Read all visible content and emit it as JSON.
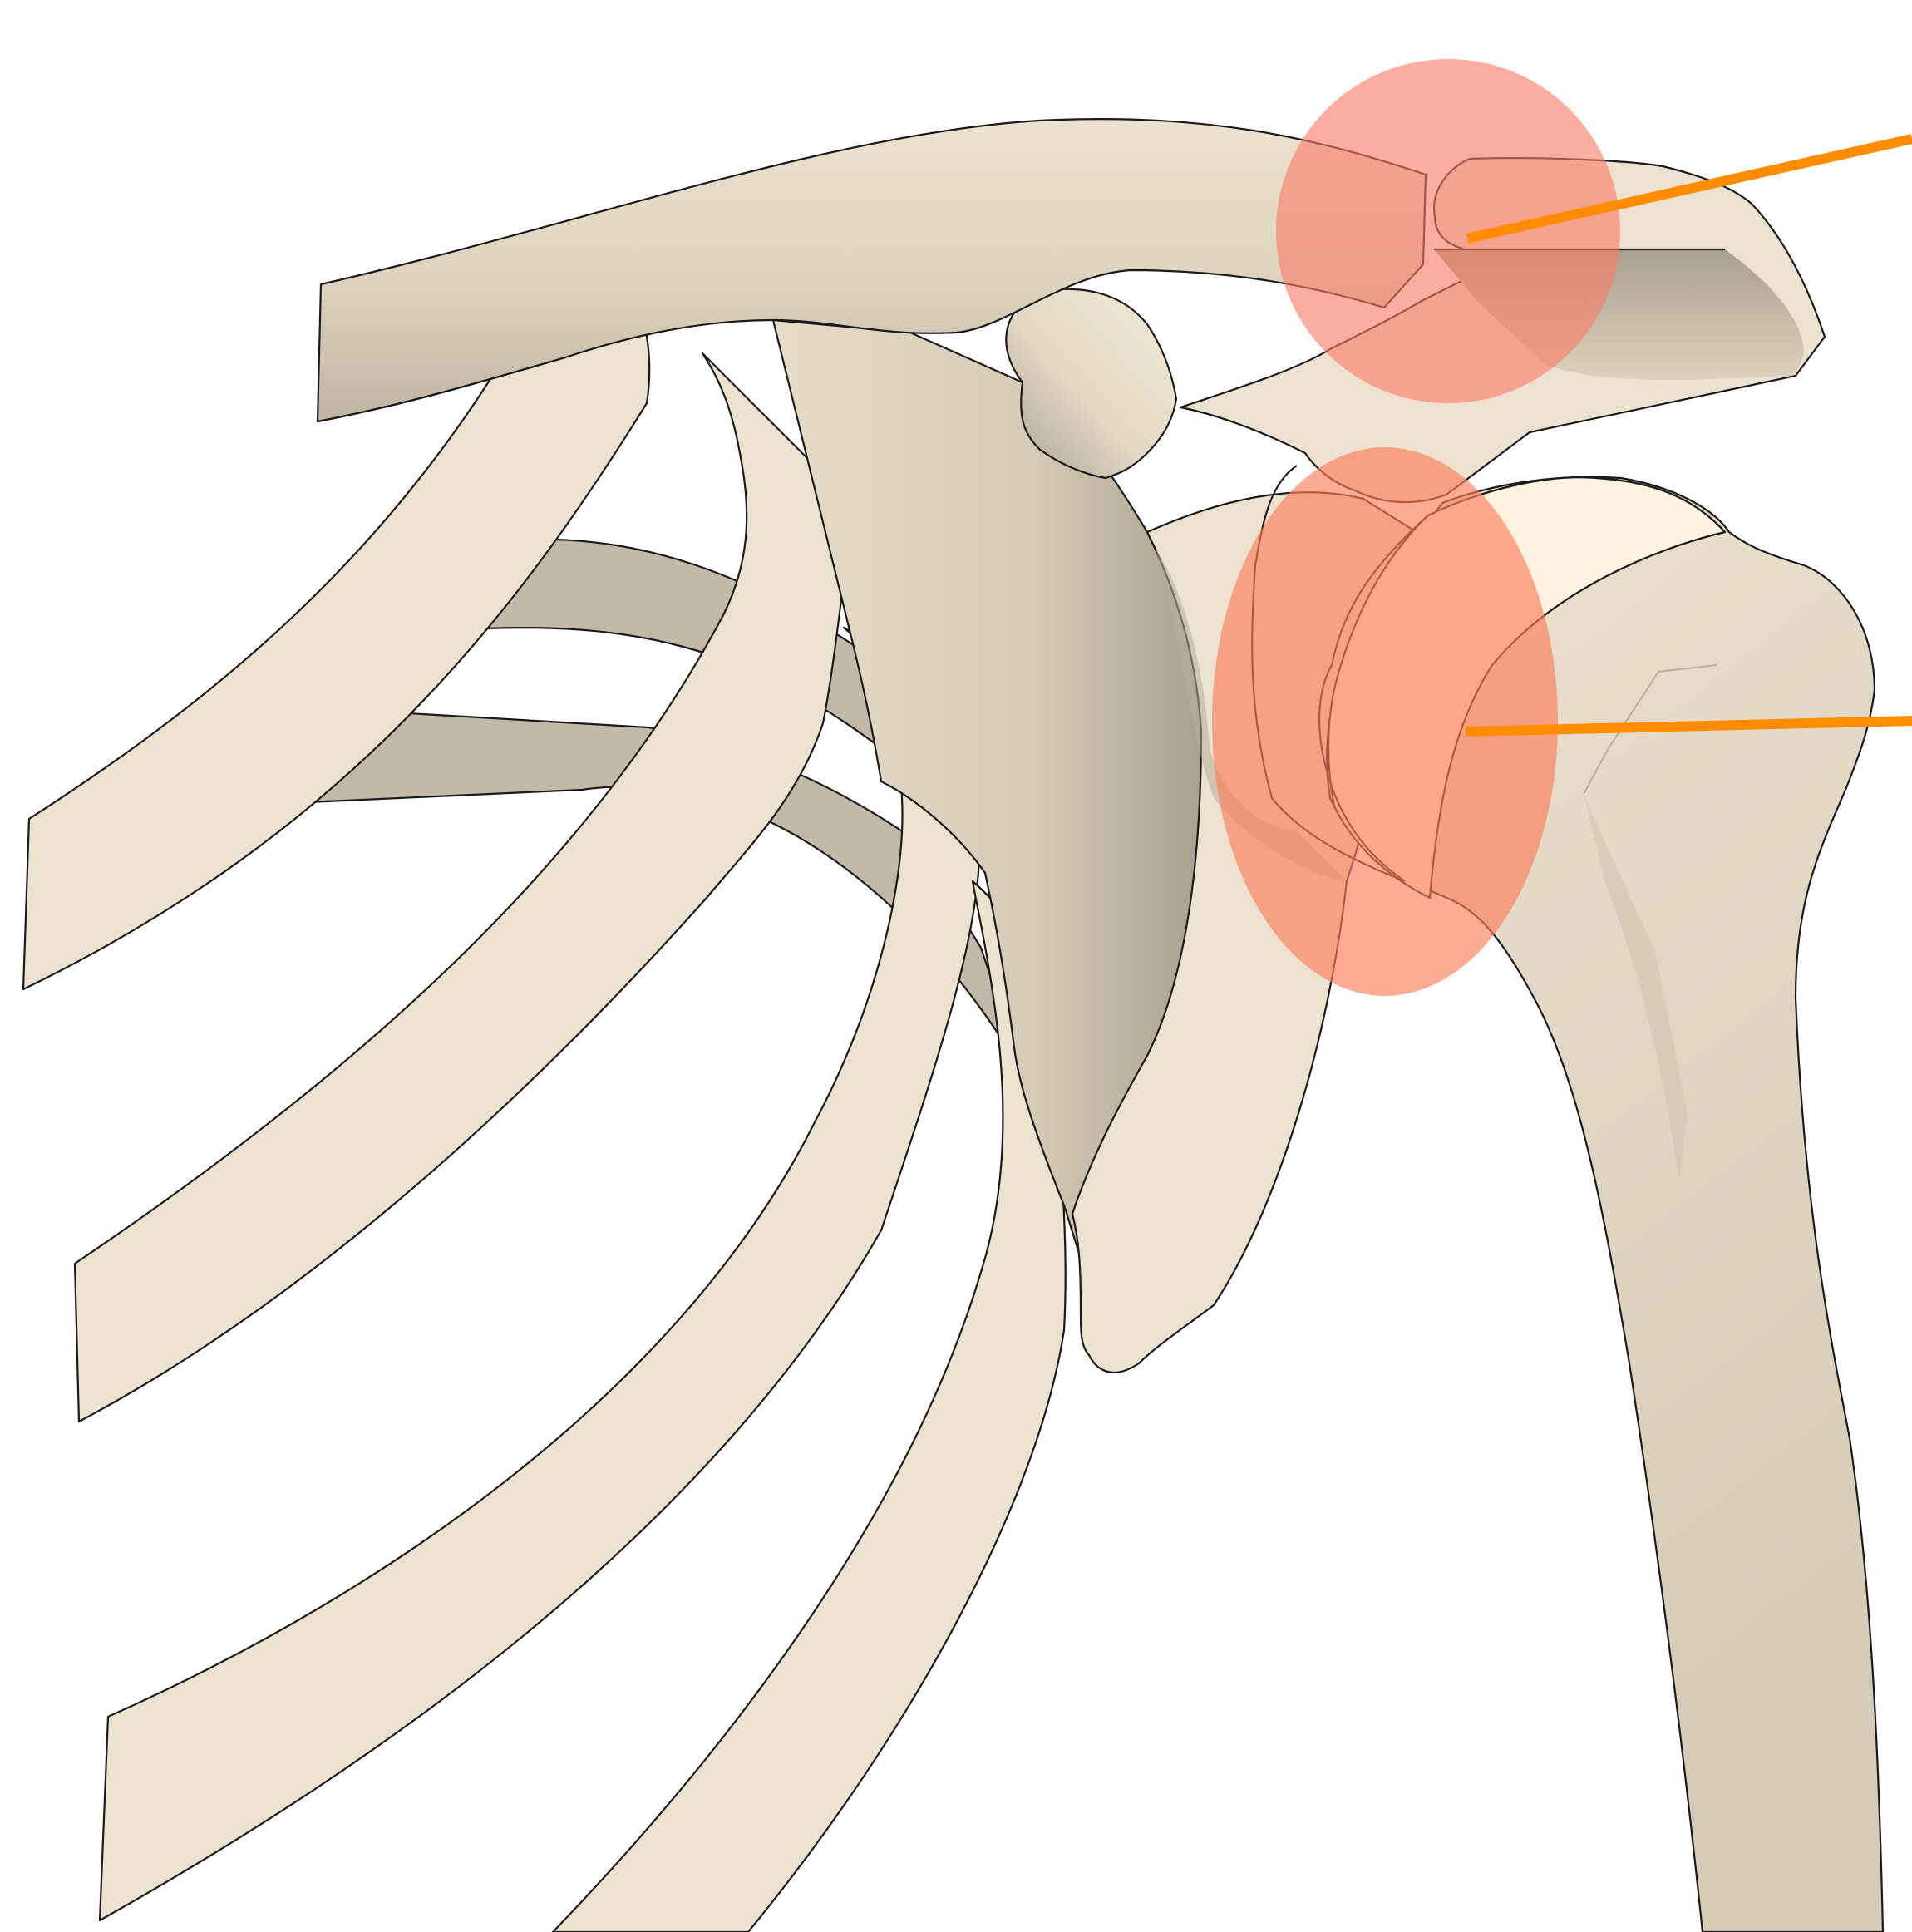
{
  "diagram": {
    "subject": "shoulder-girdle",
    "colors": {
      "background": "#ffffff",
      "bone_light": "#ece2cf",
      "bone_mid": "#ddd2bd",
      "bone_dark": "#b4aa98",
      "rib_back": "#c2b9a8",
      "humeral_head": "#fdf3e0",
      "outline": "#1a1a1a",
      "highlight_ac": "#fa7a68",
      "highlight_gh": "#fc7e5a",
      "pointer": "#ff8c00"
    },
    "highlights": [
      {
        "id": "acromioclavicular-joint",
        "opacity": 0.62
      },
      {
        "id": "glenohumeral-joint",
        "opacity": 0.65
      }
    ],
    "pointers": [
      {
        "id": "pointer-acromioclavicular",
        "color": "#ff8c00"
      },
      {
        "id": "pointer-glenohumeral",
        "color": "#ff8c00"
      }
    ]
  }
}
